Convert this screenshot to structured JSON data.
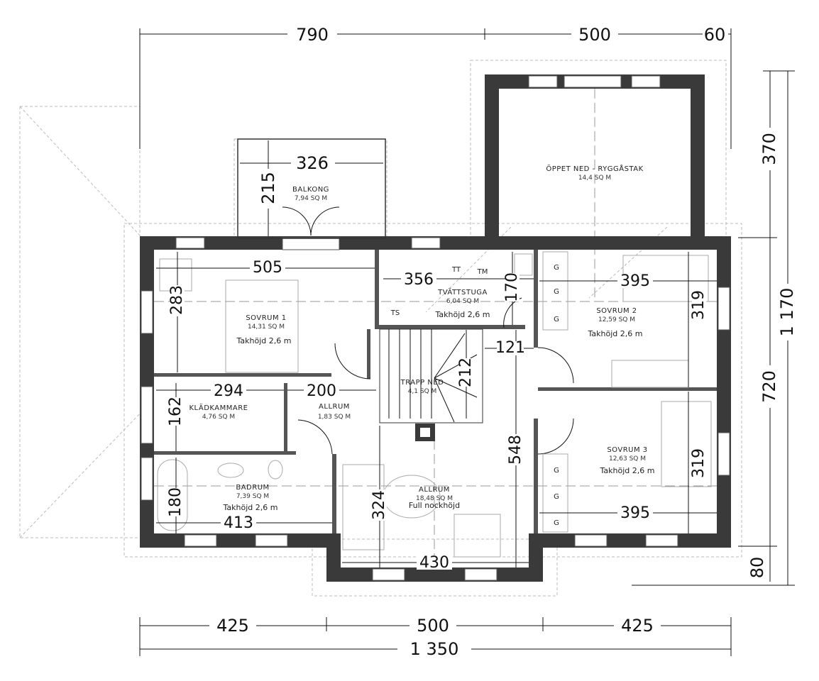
{
  "rooms": {
    "balkong": {
      "name": "BALKONG",
      "area": "7,94 SQ M"
    },
    "oppet": {
      "name": "ÖPPET NED - RYGGÅSTAK",
      "area": "14,4 SQ M"
    },
    "sovrum1": {
      "name": "SOVRUM 1",
      "area": "14,31 SQ M",
      "height": "Takhöjd 2,6 m"
    },
    "tvattstuga": {
      "name": "TVÄTTSTUGA",
      "area": "6,04 SQ M",
      "height": "Takhöjd 2,6 m"
    },
    "sovrum2": {
      "name": "SOVRUM 2",
      "area": "12,59 SQ M",
      "height": "Takhöjd 2,6 m"
    },
    "trapp": {
      "name": "TRAPP NED",
      "area": "4,1 SQ M"
    },
    "kladkammare": {
      "name": "KLÄDKAMMARE",
      "area": "4,76 SQ M"
    },
    "allrum_small": {
      "name": "ALLRUM",
      "area": "1,83 SQ M"
    },
    "badrum": {
      "name": "BADRUM",
      "area": "7,39 SQ M",
      "height": "Takhöjd 2,6 m"
    },
    "allrum": {
      "name": "ALLRUM",
      "area": "18,48 SQ M",
      "height": "Full nockhöjd"
    },
    "sovrum3": {
      "name": "SOVRUM 3",
      "area": "12,63 SQ M",
      "height": "Takhöjd 2,6 m"
    }
  },
  "fixtures": {
    "tt": "TT",
    "tm": "TM",
    "ts": "TS",
    "g": "G"
  },
  "dimensions": {
    "top": [
      "790",
      "500",
      "60"
    ],
    "right": [
      "370",
      "1 170",
      "720",
      "80"
    ],
    "bottom": [
      "425",
      "500",
      "425"
    ],
    "bottom_total": "1 350",
    "interior": {
      "balkong_w": "326",
      "balkong_d": "215",
      "sovrum1_w": "505",
      "sovrum1_d": "283",
      "tvatt_w": "356",
      "tvatt_d": "170",
      "hall_w": "121",
      "trapp_d": "212",
      "klad_w": "294",
      "klad_d": "162",
      "allrum_small_w": "200",
      "hall_d": "548",
      "allrum_d": "324",
      "bad_d": "180",
      "bad_w": "413",
      "allrum_w": "430",
      "sovrum2_w": "395",
      "sovrum2_d": "319",
      "sovrum3_d": "319",
      "sovrum3_w": "395"
    }
  }
}
